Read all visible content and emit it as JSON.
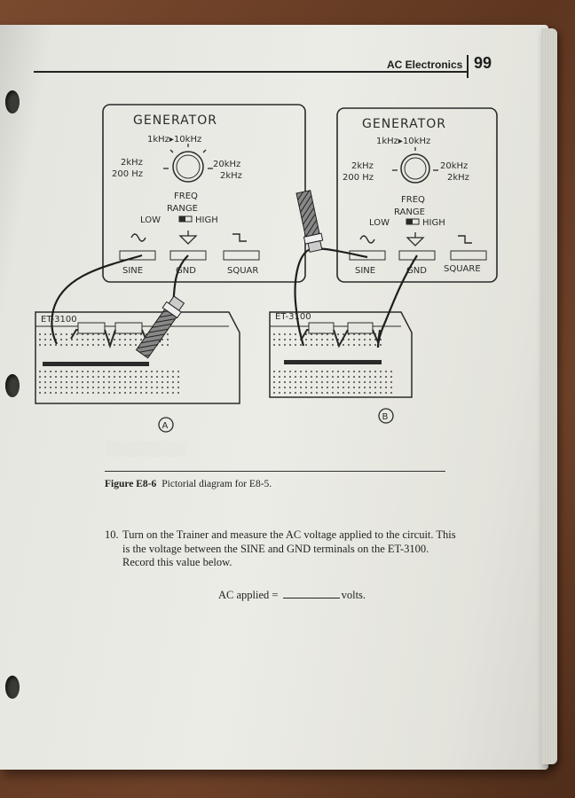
{
  "header": {
    "title": "AC Electronics",
    "page_number": "99"
  },
  "generator_panel": {
    "title": "GENERATOR",
    "range_top": "1kHz▸10kHz",
    "range_left_top": "2kHz",
    "range_left_bottom": "200 Hz",
    "range_right_top": "20kHz",
    "range_right_bottom": "2kHz",
    "freq_label": "FREQ",
    "range_label": "RANGE",
    "low_label": "LOW",
    "high_label": "HIGH",
    "sine_label": "SINE",
    "gnd_label": "GND",
    "square_label_a": "SQUAR",
    "square_label_b": "SQUARE",
    "trainer_label": "ET-3100"
  },
  "markers": {
    "a": "A",
    "b": "B"
  },
  "caption": {
    "figure_id": "Figure E8-6",
    "text": "Pictorial diagram for E8-5."
  },
  "step": {
    "number": "10.",
    "text": "Turn on the Trainer and measure the AC voltage applied to the circuit. This is the voltage between the SINE and GND terminals on the ET-3100. Record this value below."
  },
  "measurement": {
    "label": "AC applied =",
    "unit": "volts."
  }
}
